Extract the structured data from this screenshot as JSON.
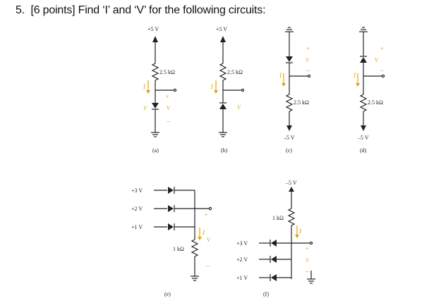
{
  "problem": {
    "number": "5.",
    "text": "[6 points] Find ‘I’ and ‘V’ for the following circuits:"
  },
  "accent_color": "#e3a400",
  "circuits": [
    {
      "caption": "(a)",
      "supply": "+5 V",
      "resistor": "2.5 kΩ",
      "current": "I",
      "voltage": "V",
      "plus": "+",
      "minus": "–"
    },
    {
      "caption": "(b)",
      "supply": "+5 V",
      "resistor": "2.5 kΩ",
      "current": "I",
      "voltage": "V"
    },
    {
      "caption": "(c)",
      "supply": "–5 V",
      "resistor": "2.5 kΩ",
      "current": "I",
      "voltage": "V",
      "plus": "+",
      "minus": "–"
    },
    {
      "caption": "(d)",
      "supply": "–5 V",
      "resistor": "2.5 kΩ",
      "current": "I",
      "voltage": "V",
      "plus": "+",
      "minus": "–"
    },
    {
      "caption": "(e)",
      "inputs": [
        "+3 V",
        "+2 V",
        "+1 V"
      ],
      "resistor": "1 kΩ",
      "current": "I",
      "voltage": "V",
      "plus": "+",
      "minus": "–"
    },
    {
      "caption": "(f)",
      "supply": "–5 V",
      "inputs": [
        "+3 V",
        "+2 V",
        "+1 V"
      ],
      "resistor": "1 kΩ",
      "current": "I",
      "voltage": "V",
      "plus": "+",
      "minus": "–"
    }
  ]
}
